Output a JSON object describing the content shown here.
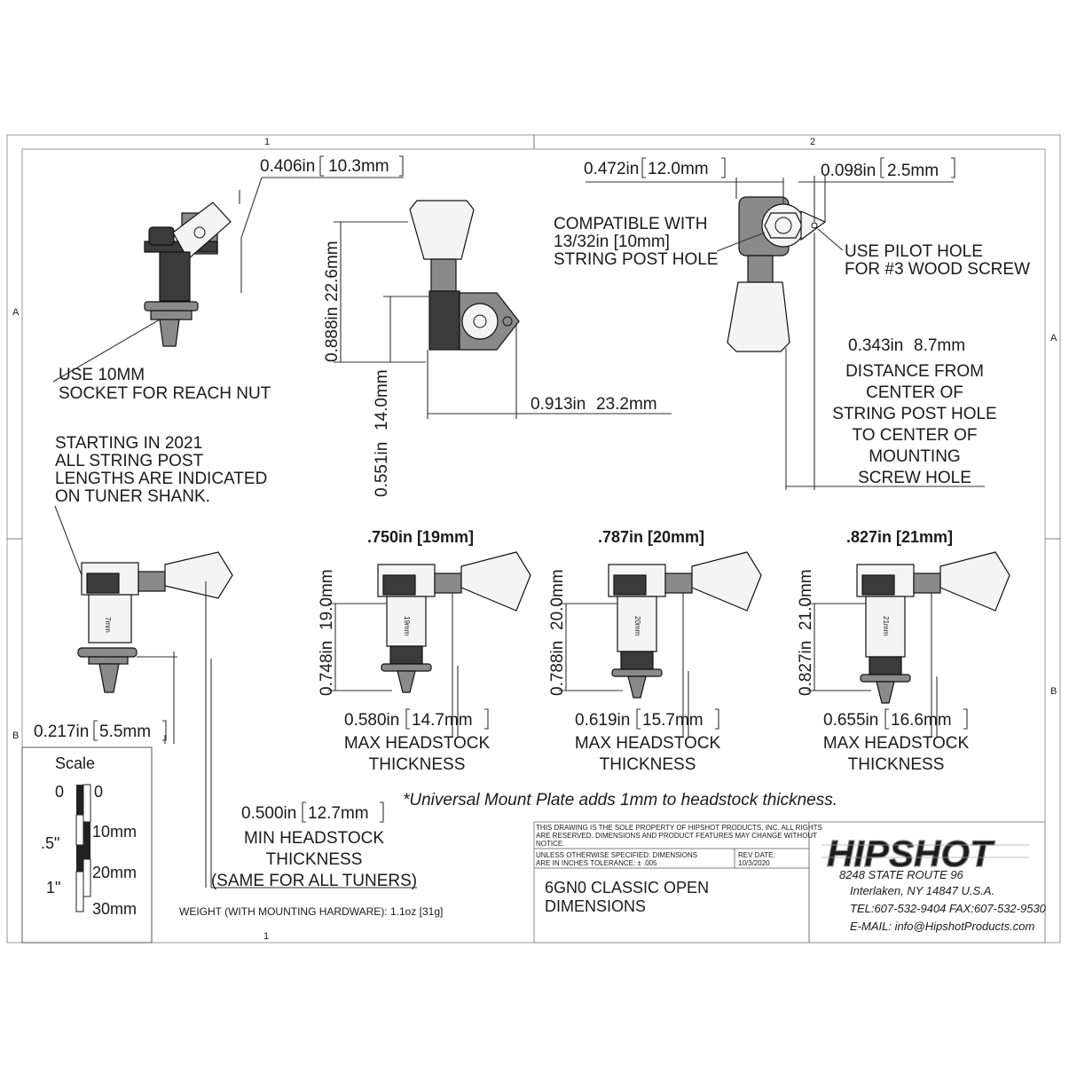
{
  "sheet": {
    "zones_top": [
      "1",
      "2"
    ],
    "zones_bottom": [
      "1"
    ],
    "zones_left": [
      "A",
      "B"
    ],
    "zones_right": [
      "A",
      "B"
    ]
  },
  "top_left": {
    "dim_width": {
      "in": "0.406in",
      "mm": "10.3mm"
    },
    "note": [
      "USE 10MM",
      "SOCKET FOR REACH NUT"
    ]
  },
  "top_center": {
    "dim_height_upper": {
      "in": "0.888in",
      "mm": "22.6mm"
    },
    "dim_height_lower": {
      "in": "0.551in",
      "mm": "14.0mm"
    },
    "dim_width": {
      "in": "0.913in",
      "mm": "23.2mm"
    }
  },
  "top_right": {
    "dim_width": {
      "in": "0.472in",
      "mm": "12.0mm"
    },
    "dim_small": {
      "in": "0.098in",
      "mm": "2.5mm"
    },
    "note_compat": [
      "COMPATIBLE WITH",
      "13/32in [10mm]",
      "STRING POST HOLE"
    ],
    "note_pilot": [
      "USE PILOT HOLE",
      "FOR #3 WOOD SCREW"
    ],
    "dim_distance": {
      "in": "0.343in",
      "mm": "8.7mm"
    },
    "note_distance": [
      "DISTANCE FROM",
      "CENTER OF",
      "STRING POST HOLE",
      "TO CENTER OF",
      "MOUNTING",
      "SCREW HOLE"
    ]
  },
  "note_2021": [
    "STARTING IN 2021",
    "ALL STRING POST",
    "LENGTHS ARE INDICATED",
    "ON TUNER SHANK."
  ],
  "side_view": {
    "dim": {
      "in": "0.217in",
      "mm": "5.5mm"
    },
    "min_dim": {
      "in": "0.500in",
      "mm": "12.7mm"
    },
    "min_label": [
      "MIN HEADSTOCK",
      "THICKNESS",
      "(SAME FOR ALL TUNERS)"
    ],
    "shank_mark": "7mm"
  },
  "variants": [
    {
      "title": ".750in [19mm]",
      "height": {
        "in": "0.748in",
        "mm": "19.0mm"
      },
      "max": {
        "in": "0.580in",
        "mm": "14.7mm"
      },
      "label": [
        "MAX HEADSTOCK",
        "THICKNESS"
      ],
      "shank_mark": "19mm"
    },
    {
      "title": ".787in [20mm]",
      "height": {
        "in": "0.788in",
        "mm": "20.0mm"
      },
      "max": {
        "in": "0.619in",
        "mm": "15.7mm"
      },
      "label": [
        "MAX HEADSTOCK",
        "THICKNESS"
      ],
      "shank_mark": "20mm"
    },
    {
      "title": ".827in [21mm]",
      "height": {
        "in": "0.827in",
        "mm": "21.0mm"
      },
      "max": {
        "in": "0.655in",
        "mm": "16.6mm"
      },
      "label": [
        "MAX HEADSTOCK",
        "THICKNESS"
      ],
      "shank_mark": "21mm"
    }
  ],
  "universal_note": "*Universal Mount Plate adds 1mm to headstock thickness.",
  "scale": {
    "title": "Scale",
    "in_labels": [
      "0",
      ".5\"",
      "1\""
    ],
    "mm_labels": [
      "0",
      "10mm",
      "20mm",
      "30mm"
    ]
  },
  "weight": "WEIGHT (WITH MOUNTING HARDWARE): 1.1oz [31g]",
  "title_block": {
    "property_note": [
      "THIS DRAWING IS THE SOLE PROPERTY OF HIPSHOT PRODUCTS, INC. ALL RIGHTS",
      "ARE RESERVED. DIMENSIONS AND PRODUCT FEATURES MAY CHANGE WITHOUT",
      "NOTICE."
    ],
    "tolerance": [
      "UNLESS OTHERWISE SPECIFIED: DIMENSIONS",
      "ARE IN INCHES TOLERANCE: ± .005"
    ],
    "rev_label": "REV DATE:",
    "rev_date": "10/3/2020",
    "drawing_title": [
      "6GN0 CLASSIC OPEN",
      "DIMENSIONS"
    ],
    "logo": "HIPSHOT",
    "address": [
      "8248 STATE ROUTE 96",
      "Interlaken, NY 14847 U.S.A.",
      "TEL:607-532-9404 FAX:607-532-9530",
      "E-MAIL: info@HipshotProducts.com"
    ]
  },
  "accent_color": "#1a1a1a"
}
